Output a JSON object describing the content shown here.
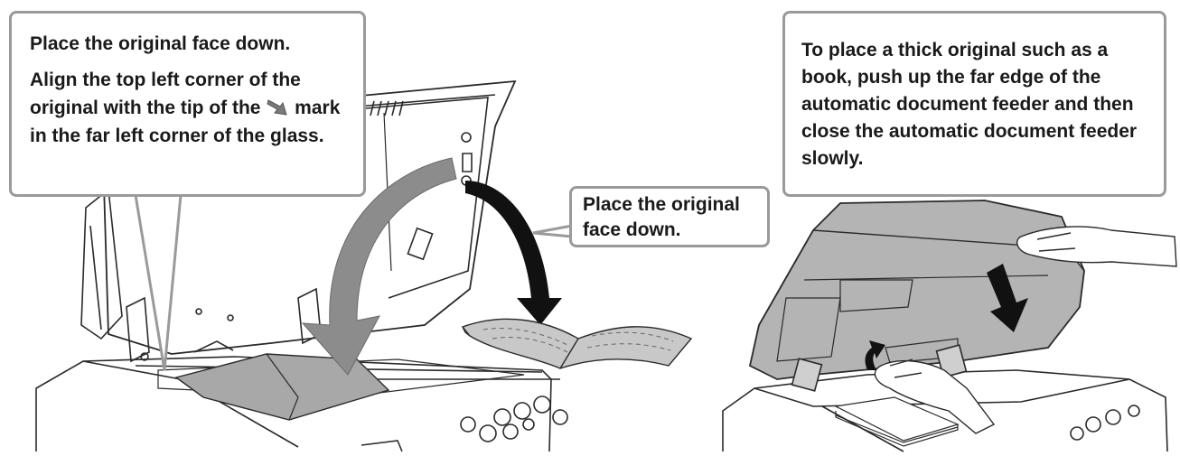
{
  "callouts": {
    "left": {
      "line1": "Place the original face down.",
      "line2_before": "Align the top left corner of the original with the tip of the",
      "line2_after": "mark in the far left corner of the glass."
    },
    "middle": {
      "text": "Place the original face down."
    },
    "right": {
      "text": "To place a thick original such as a book, push up the far edge of the automatic document feeder and then close the automatic document feeder slowly."
    }
  },
  "icons": [
    "corner-mark-arrow-icon",
    "curved-flip-arrow-icon",
    "down-arrow-icon",
    "up-arrow-icon"
  ],
  "colors": {
    "callout_border": "#9a9a9a",
    "arrow_gray": "#8c8c8c",
    "arrow_dark": "#222222",
    "document_fill": "#a8a8a8",
    "machine_line": "#2a2a2a"
  }
}
